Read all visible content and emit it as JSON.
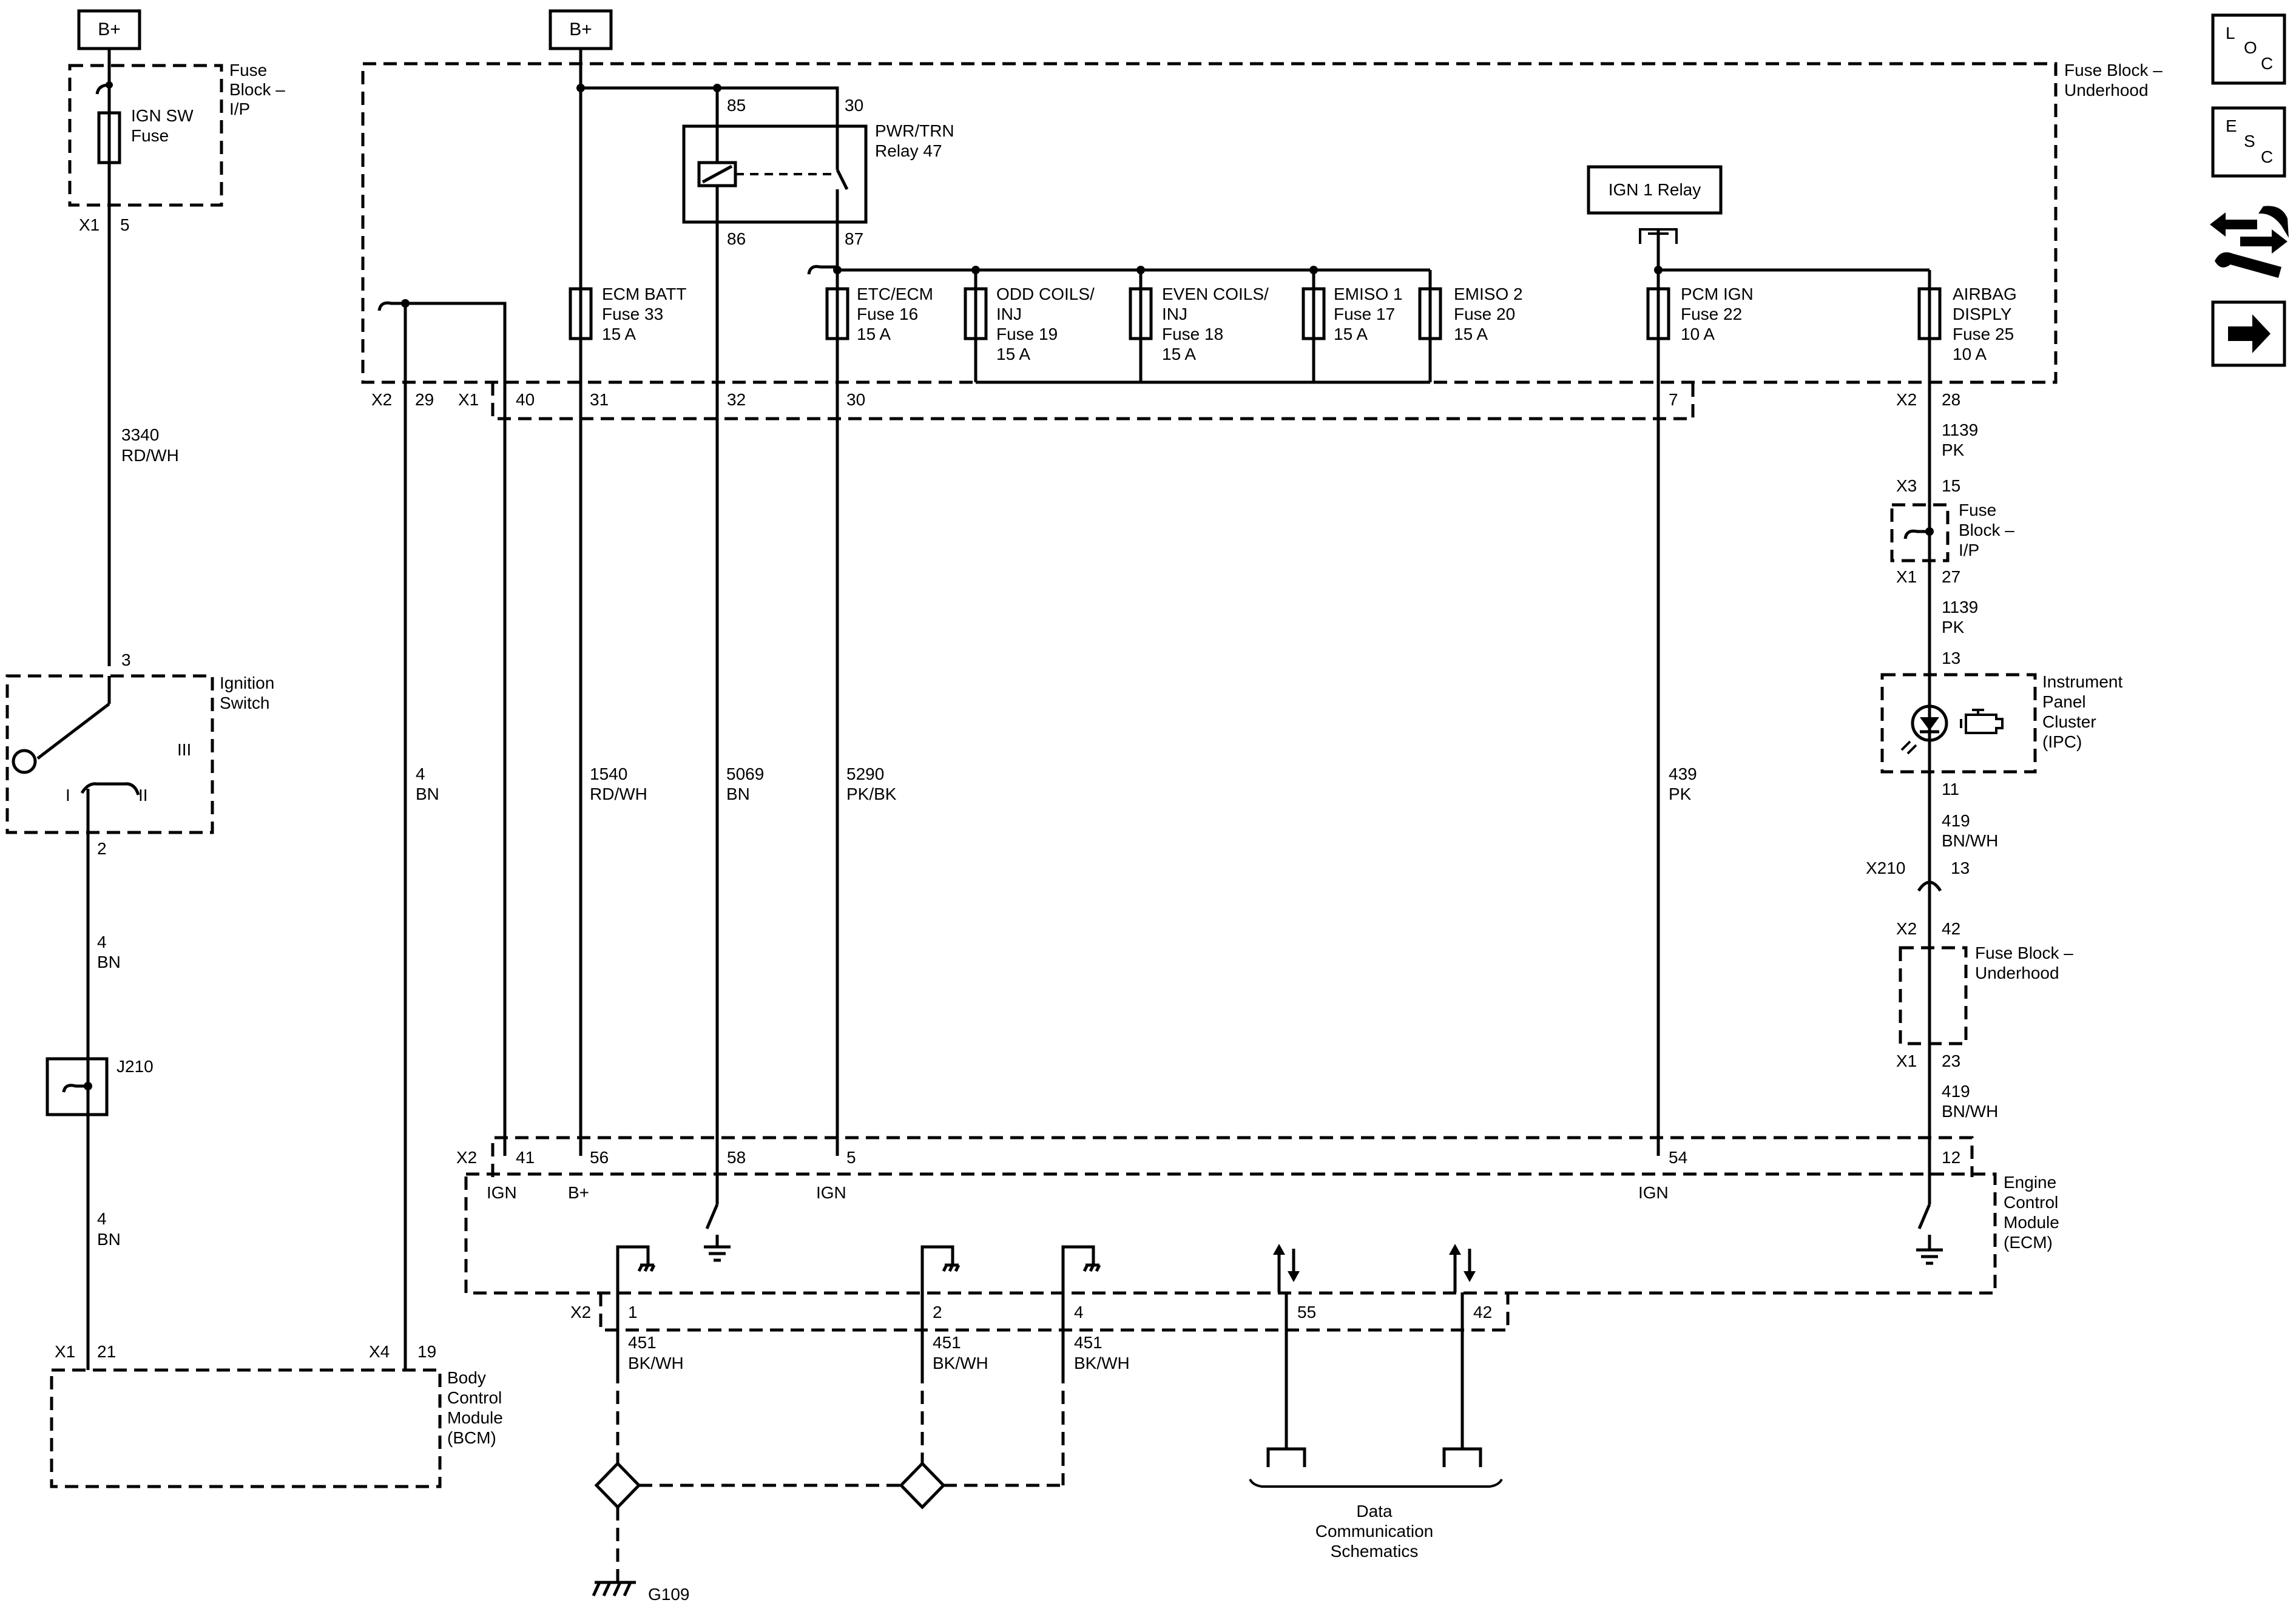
{
  "power": {
    "b_plus": "B+"
  },
  "fuse_ip": {
    "title": [
      "Fuse",
      "Block –",
      "I/P"
    ],
    "fuse": [
      "IGN SW",
      "Fuse"
    ],
    "connector": "X1",
    "pin": "5"
  },
  "wire_3340": [
    "3340",
    "RD/WH"
  ],
  "ignition_switch": {
    "title": [
      "Ignition",
      "Switch"
    ],
    "pin_top": "3",
    "pin_bottom": "2",
    "positions": [
      "I",
      "II",
      "III"
    ]
  },
  "wire_4_bn": [
    "4",
    "BN"
  ],
  "splice": "J210",
  "bcm": {
    "title": [
      "Body",
      "Control",
      "Module",
      "(BCM)"
    ],
    "x1": "X1",
    "x1_pin": "21",
    "x4": "X4",
    "x4_pin": "19"
  },
  "fuse_uh": {
    "title": [
      "Fuse Block –",
      "Underhood"
    ],
    "relay": [
      "PWR/TRN",
      "Relay 47"
    ],
    "relay_pins": [
      "85",
      "30",
      "86",
      "87"
    ],
    "ign1_relay": "IGN 1 Relay",
    "fuses": [
      [
        "ECM BATT",
        "Fuse 33",
        "15 A"
      ],
      [
        "ETC/ECM",
        "Fuse 16",
        "15 A"
      ],
      [
        "ODD COILS/",
        "INJ",
        "Fuse 19",
        "15 A"
      ],
      [
        "EVEN COILS/",
        "INJ",
        "Fuse 18",
        "15 A"
      ],
      [
        "EMISO 1",
        "Fuse 17",
        "15 A"
      ],
      [
        "EMISO 2",
        "Fuse 20",
        "15 A"
      ],
      [
        "PCM IGN",
        "Fuse 22",
        "10 A"
      ],
      [
        "AIRBAG",
        "DISPLY",
        "Fuse 25",
        "10 A"
      ]
    ],
    "x2": "X2",
    "x1": "X1",
    "pins": [
      "29",
      "40",
      "31",
      "32",
      "30",
      "7",
      "28"
    ]
  },
  "wires": {
    "w4bn": [
      "4",
      "BN"
    ],
    "w1540": [
      "1540",
      "RD/WH"
    ],
    "w5069": [
      "5069",
      "BN"
    ],
    "w5290": [
      "5290",
      "PK/BK"
    ],
    "w439": [
      "439",
      "PK"
    ],
    "w1139": [
      "1139",
      "PK"
    ],
    "w419": [
      "419",
      "BN/WH"
    ],
    "w451": [
      "451",
      "BK/WH"
    ]
  },
  "right_chain": {
    "x3": "X3",
    "x3_pin": "15",
    "fuse_ip": [
      "Fuse",
      "Block –",
      "I/P"
    ],
    "x1": "X1",
    "x1_pin": "27",
    "ipc_pin_top": "13",
    "ipc": [
      "Instrument",
      "Panel",
      "Cluster",
      "(IPC)"
    ],
    "ipc_pin_bottom": "11",
    "x210": "X210",
    "x210_pin": "13",
    "x2": "X2",
    "x2_pin": "42",
    "fuse_uh": [
      "Fuse Block –",
      "Underhood"
    ],
    "x1b": "X1",
    "x1b_pin": "23"
  },
  "ecm": {
    "title": [
      "Engine",
      "Control",
      "Module",
      "(ECM)"
    ],
    "x2": "X2",
    "pins": [
      "41",
      "56",
      "58",
      "5",
      "54",
      "12"
    ],
    "labels": [
      "IGN",
      "B+",
      "IGN",
      "IGN"
    ],
    "lower_x2": "X2",
    "lower_pins": [
      "1",
      "2",
      "4",
      "55",
      "42"
    ]
  },
  "ground": "G109",
  "data_comm": [
    "Data",
    "Communication",
    "Schematics"
  ],
  "nav": {
    "loc": [
      "L",
      "O",
      "C"
    ],
    "esc": [
      "E",
      "S",
      "C"
    ]
  }
}
